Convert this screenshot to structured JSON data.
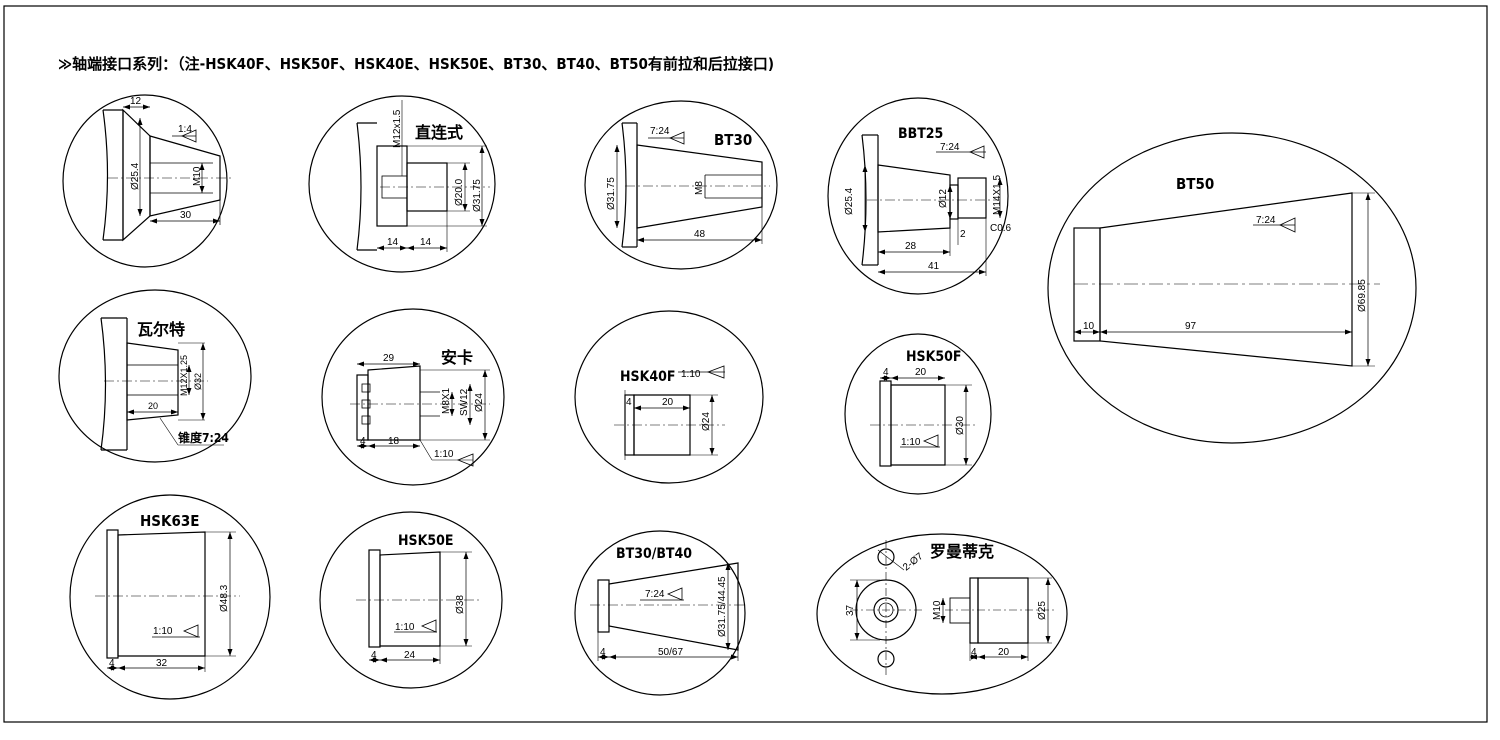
{
  "heading": "≫轴端接口系列：（注-HSK40F、HSK50F、HSK40E、HSK50E、BT30、BT40、BT50有前拉和后拉接口)",
  "panels": {
    "p1": {
      "dims": [
        "12",
        "1:4",
        "Ø25.4",
        "M10",
        "30"
      ]
    },
    "p2": {
      "title": "直连式",
      "dims": [
        "M12x1.5",
        "Ø20.0",
        "Ø31.75",
        "14",
        "14"
      ]
    },
    "p3": {
      "title": "BT30",
      "dims": [
        "7:24",
        "Ø31.75",
        "M8",
        "48"
      ]
    },
    "p4": {
      "title": "BBT25",
      "dims": [
        "7:24",
        "Ø25.4",
        "Ø12",
        "M14X1.5",
        "28",
        "2",
        "C0.6",
        "41"
      ]
    },
    "p5": {
      "title": "BT50",
      "dims": [
        "7:24",
        "10",
        "97",
        "Ø69.85"
      ]
    },
    "p6": {
      "title": "瓦尔特",
      "dims": [
        "M12X1.25",
        "Ø32",
        "20",
        "锥度7:24"
      ]
    },
    "p7": {
      "title": "安卡",
      "dims": [
        "29",
        "M8X1",
        "SW12",
        "Ø24",
        "4",
        "18",
        "1:10"
      ]
    },
    "p8": {
      "title": "HSK40F",
      "dims": [
        "1:10",
        "4",
        "20",
        "Ø24"
      ]
    },
    "p9": {
      "title": "HSK50F",
      "dims": [
        "4",
        "20",
        "1:10",
        "Ø30"
      ]
    },
    "p10": {
      "title": "HSK63E",
      "dims": [
        "Ø48.3",
        "1:10",
        "4",
        "32"
      ]
    },
    "p11": {
      "title": "HSK50E",
      "dims": [
        "Ø38",
        "1:10",
        "4",
        "24"
      ]
    },
    "p12": {
      "title": "BT30/BT40",
      "dims": [
        "7:24",
        "Ø31.75/44.45",
        "4",
        "50/67"
      ]
    },
    "p13": {
      "title": "罗曼蒂克",
      "dims": [
        "2-Ø7",
        "37",
        "M10",
        "Ø25",
        "4",
        "20"
      ]
    }
  },
  "colors": {
    "line": "#000000",
    "background": "#ffffff"
  }
}
